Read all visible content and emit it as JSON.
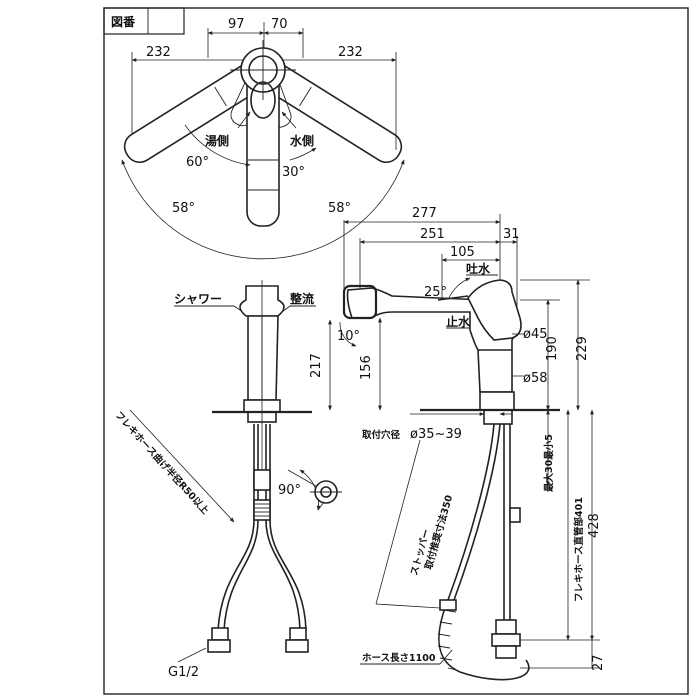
{
  "title_block": {
    "label": "図番"
  },
  "top_view": {
    "dim_97": "97",
    "dim_70": "70",
    "dim_232_left": "232",
    "dim_232_right": "232",
    "hot_side": "湯側",
    "cold_side": "水側",
    "angle_60": "60°",
    "angle_30": "30°",
    "angle_58_left": "58°",
    "angle_58_right": "58°"
  },
  "side_view": {
    "dim_277": "277",
    "dim_251": "251",
    "dim_105": "105",
    "dim_31": "31",
    "spout_water": "吐水",
    "angle_25": "25°",
    "stop_water": "止水",
    "dia_45": "ø45",
    "dim_190": "190",
    "dim_229": "229",
    "angle_10": "10°",
    "dim_217": "217",
    "dim_156": "156",
    "dia_58": "ø58",
    "mount_hole": "取付穴径",
    "mount_hole_value": "ø35~39",
    "max_30": "最大30最小5",
    "flex_hose_length": "フレキホース直管部401",
    "dim_428": "428",
    "stopper": "ストッパー",
    "stopper_dim": "取付推奨寸法350",
    "dim_27": "27",
    "hose_length": "ホース長さ1100"
  },
  "front_view": {
    "shower": "シャワー",
    "aerated": "整流",
    "flex_bend": "フレキホース曲げ半径R50以上",
    "angle_90": "90°",
    "thread": "G1/2"
  }
}
